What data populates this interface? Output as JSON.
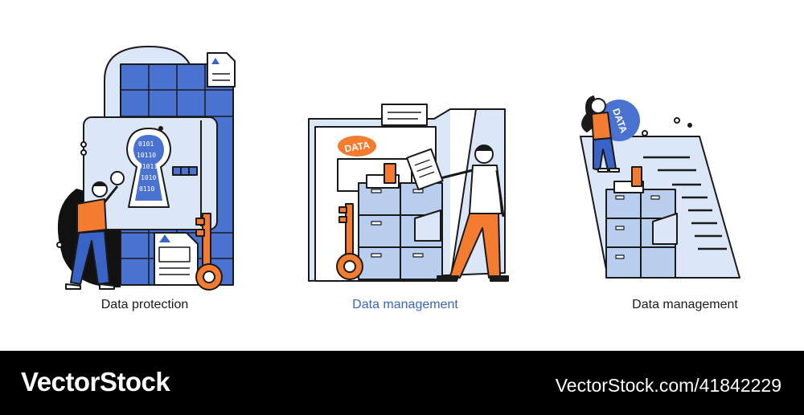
{
  "illustrations": [
    {
      "caption": "Data protection"
    },
    {
      "caption": "Data management"
    },
    {
      "caption": "Data management"
    }
  ],
  "labels": {
    "badge_1": "DATA",
    "badge_2": "DATA"
  },
  "binary_text": [
    "0101",
    "10110",
    "01011",
    "1010",
    "0110",
    "101",
    "01"
  ],
  "footer": {
    "brand": "VectorStock",
    "stock_id": "VectorStock.com/41842229"
  },
  "colors": {
    "accent_blue": "#3a63c7",
    "light_blue": "#dbe6f7",
    "orange": "#f47c30",
    "dark": "#1a1a1a"
  }
}
